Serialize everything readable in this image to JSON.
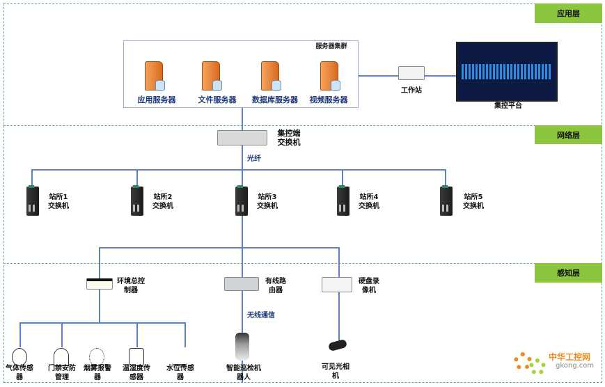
{
  "layers": {
    "application": "应用层",
    "network": "网络层",
    "perception": "感知层"
  },
  "application": {
    "cluster_label": "服务器集群",
    "servers": [
      "应用服务器",
      "文件服务器",
      "数据库服务器",
      "视频服务器"
    ],
    "workstation": "工作站",
    "platform": "集控平台"
  },
  "network": {
    "core_switch": "集控端交换机",
    "fiber": "光纤",
    "stations": [
      {
        "name": "站所1",
        "type": "交换机"
      },
      {
        "name": "站所2",
        "type": "交换机"
      },
      {
        "name": "站所3",
        "type": "交换机"
      },
      {
        "name": "站所4",
        "type": "交换机"
      },
      {
        "name": "站所5",
        "type": "交换机"
      }
    ]
  },
  "perception": {
    "env_controller": "环境总控制器",
    "router": "有线路由器",
    "nvr": "硬盘录像机",
    "wireless": "无线通信",
    "sensors": [
      "气体传感器",
      "门禁安防管理",
      "烟雾报警器",
      "温湿度传感器",
      "水位传感器"
    ],
    "robot": "智能巡检机器人",
    "camera": "可见光相机"
  },
  "watermark": {
    "cn": "中华工控网",
    "url": "gkong.com"
  },
  "colors": {
    "layer": "#8cc63f",
    "line": "#5a82c8",
    "dash": "#5fa8a0"
  }
}
